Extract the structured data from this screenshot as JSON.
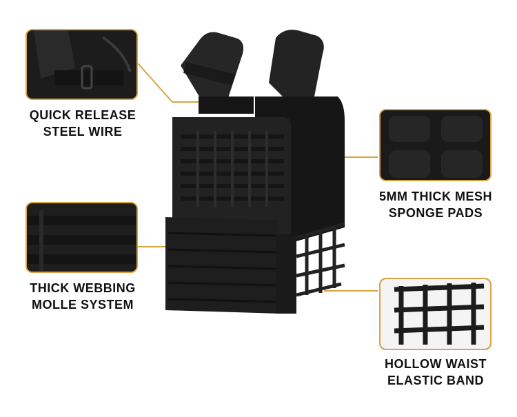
{
  "callouts": {
    "quick_release": {
      "line1": "QUICK RELEASE",
      "line2": "STEEL WIRE"
    },
    "mesh_pads": {
      "line1": "5MM THICK MESH",
      "line2": "SPONGE PADS"
    },
    "molle": {
      "line1": "THICK WEBBING",
      "line2": "MOLLE SYSTEM"
    },
    "waist_band": {
      "line1": "HOLLOW WAIST",
      "line2": "ELASTIC BAND"
    }
  },
  "colors": {
    "accent": "#d9a441",
    "vest": "#1f1f1f",
    "text": "#111111"
  }
}
